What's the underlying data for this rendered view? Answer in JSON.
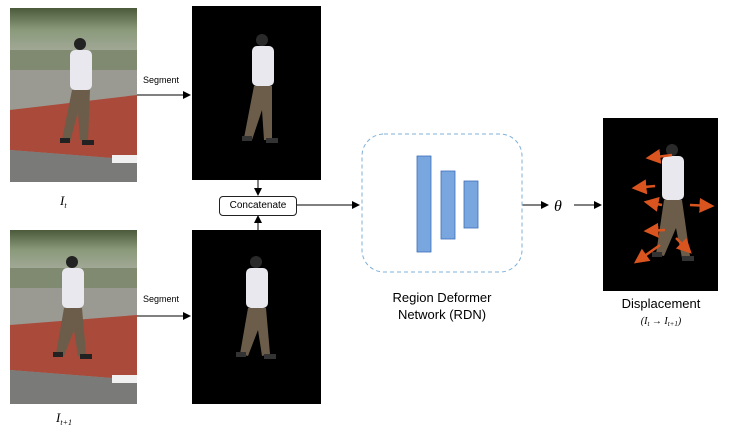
{
  "labels": {
    "segment_top": "Segment",
    "segment_bottom": "Segment",
    "concatenate": "Concatenate",
    "frame_t": "I",
    "frame_t_sub": "t",
    "frame_t1": "I",
    "frame_t1_sub": "t+1",
    "theta": "θ",
    "rdn_line1": "Region Deformer",
    "rdn_line2": "Network (RDN)",
    "displacement": "Displacement",
    "disp_formula_open": "(",
    "disp_formula_i1": "I",
    "disp_formula_t": "t",
    "disp_formula_arrow": " → ",
    "disp_formula_i2": "I",
    "disp_formula_t1": "t+1",
    "disp_formula_close": ")"
  },
  "colors": {
    "network_block": "#7aa6e0",
    "network_block_stroke": "#3d6fb8",
    "dashed_border": "#7fb0d8",
    "displacement_arrow": "#d9541e",
    "mask_background": "#000000",
    "brick": "#a94a3a",
    "pavement": "#8c8c8c"
  },
  "icons": [
    "walking-person-photo",
    "segmented-person-mask",
    "network-block",
    "displacement-arrow"
  ]
}
